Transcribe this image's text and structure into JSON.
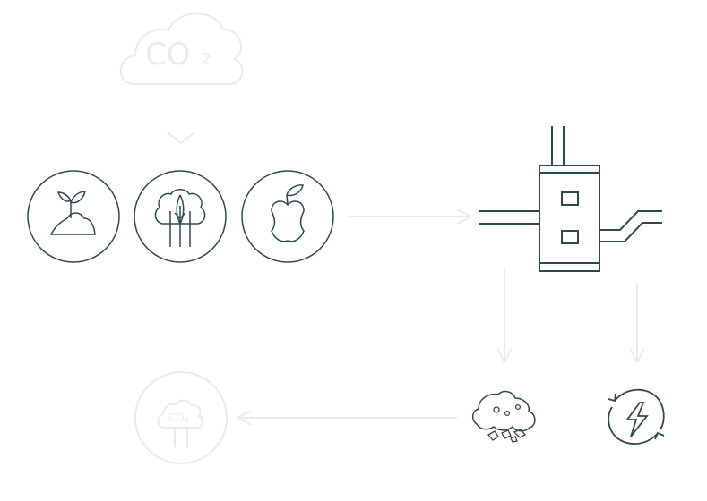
{
  "colors": {
    "primary_stroke": "#2f4a4c",
    "faint_stroke": "#e6ecec",
    "background": "#ffffff"
  },
  "icons": {
    "co2_cloud": "co2-cloud-icon",
    "sprout": "sprout-icon",
    "trees": "trees-icon",
    "apple_core": "apple-core-icon",
    "processor": "processing-unit-icon",
    "residue": "residue-icon",
    "renewable_energy": "renewable-energy-icon",
    "co2_storage": "co2-storage-icon"
  },
  "labels": {
    "co2_top_main": "CO",
    "co2_top_sub": "2",
    "co2_bottom": "CO₂"
  }
}
